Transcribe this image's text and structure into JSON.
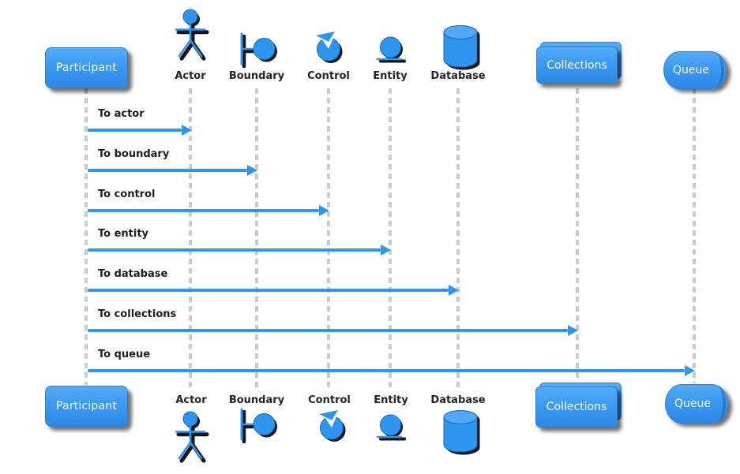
{
  "diagram": {
    "kind": "uml-sequence-diagram",
    "participants": [
      {
        "name": "Participant",
        "type": "participant"
      },
      {
        "name": "Actor",
        "type": "actor"
      },
      {
        "name": "Boundary",
        "type": "boundary"
      },
      {
        "name": "Control",
        "type": "control"
      },
      {
        "name": "Entity",
        "type": "entity"
      },
      {
        "name": "Database",
        "type": "database"
      },
      {
        "name": "Collections",
        "type": "collections"
      },
      {
        "name": "Queue",
        "type": "queue"
      }
    ],
    "messages": [
      {
        "label": "To actor",
        "from": "Participant",
        "to": "Actor"
      },
      {
        "label": "To boundary",
        "from": "Participant",
        "to": "Boundary"
      },
      {
        "label": "To control",
        "from": "Participant",
        "to": "Control"
      },
      {
        "label": "To entity",
        "from": "Participant",
        "to": "Entity"
      },
      {
        "label": "To database",
        "from": "Participant",
        "to": "Database"
      },
      {
        "label": "To collections",
        "from": "Participant",
        "to": "Collections"
      },
      {
        "label": "To queue",
        "from": "Participant",
        "to": "Queue"
      }
    ],
    "colors": {
      "accent_blue": "#2e96f0",
      "box_gradient_top": "#55abf7",
      "box_gradient_bottom": "#2e87e5",
      "box_border": "#2b7fd4",
      "box_text": "#ffffff",
      "label_text": "#1e1e1e",
      "lifeline": "#c6cdd1",
      "shadow": "rgba(0,0,0,0.55)",
      "background": "#ffffff"
    }
  }
}
